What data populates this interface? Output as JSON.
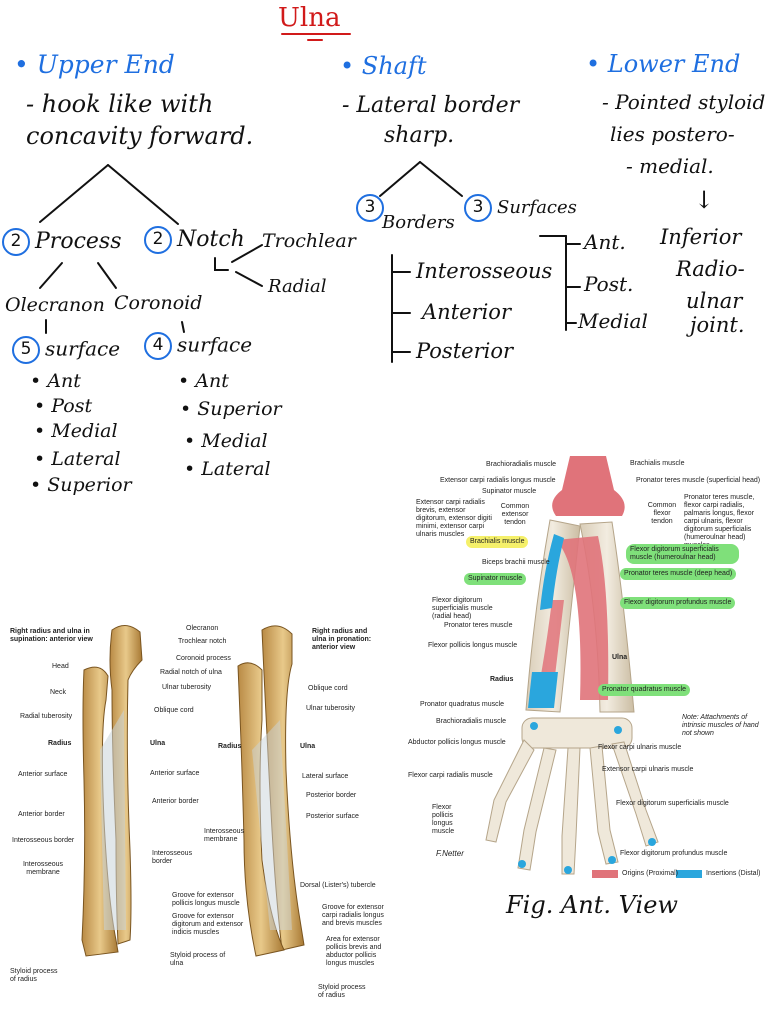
{
  "title": "Ulna",
  "colors": {
    "blue_ink": "#1f6fe0",
    "red_ink": "#d11a1a",
    "origin": "#e0737a",
    "insertion": "#2aa6dd",
    "green_tag": "#7fe07a",
    "yellow_tag": "#f5f06a"
  },
  "upper_end": {
    "heading": "• Upper End",
    "desc_line1": "- hook like with",
    "desc_line2": "concavity forward.",
    "process_num": "2",
    "process_label": "Process",
    "notch_num": "2",
    "notch_label": "Notch",
    "notch_trochlear": "Trochlear",
    "notch_radial": "Radial",
    "olecranon": "Olecranon",
    "coronoid": "Coronoid",
    "olecranon_num": "5",
    "olecranon_surface": "surface",
    "coronoid_num": "4",
    "coronoid_surface": "surface",
    "olecranon_surfaces": [
      "• Ant",
      "• Post",
      "• Medial",
      "• Lateral",
      "• Superior"
    ],
    "coronoid_surfaces": [
      "• Ant",
      "• Superior",
      "• Medial",
      "• Lateral"
    ]
  },
  "shaft": {
    "heading": "• Shaft",
    "desc_line1": "- Lateral border",
    "desc_line2": "sharp.",
    "borders_num": "3",
    "borders_label": "Borders",
    "surfaces_num": "3",
    "surfaces_label": "Surfaces",
    "borders": [
      "Interosseous",
      "Anterior",
      "Posterior"
    ],
    "surfaces": [
      "Ant.",
      "Post.",
      "Medial"
    ]
  },
  "lower_end": {
    "heading": "• Lower End",
    "desc_line1": "- Pointed styloid",
    "desc_line2": "lies postero-",
    "desc_line3": "- medial.",
    "arrow": "↓",
    "joint_line1": "Inferior",
    "joint_line2": "Radio-",
    "joint_line3": "ulnar",
    "joint_line4": "joint."
  },
  "bone_figure": {
    "title_left": "Right radius and ulna in supination: anterior view",
    "title_right": "Right radius and ulna in pronation: anterior view",
    "labels_left": [
      "Head",
      "Neck",
      "Radial tuberosity",
      "Radius",
      "Anterior surface",
      "Anterior border",
      "Interosseous border",
      "Interosseous membrane",
      "Styloid process of radius"
    ],
    "labels_center": [
      "Olecranon",
      "Trochlear notch",
      "Coronoid process",
      "Radial notch of ulna",
      "Ulnar tuberosity",
      "Oblique cord",
      "Ulna",
      "Anterior surface",
      "Anterior border",
      "Interosseous border",
      "Groove for extensor pollicis longus muscle",
      "Groove for extensor digitorum and extensor indicis muscles",
      "Styloid process of ulna"
    ],
    "labels_right": [
      "Oblique cord",
      "Ulnar tuberosity",
      "Radius",
      "Ulna",
      "Lateral surface",
      "Posterior border",
      "Posterior surface",
      "Interosseous membrane",
      "Dorsal (Lister's) tubercle",
      "Groove for extensor carpi radialis longus and brevis muscles",
      "Area for extensor pollicis brevis and abductor pollicis longus muscles",
      "Styloid process of radius"
    ]
  },
  "muscle_figure": {
    "labels_left": [
      "Brachioradialis muscle",
      "Extensor carpi radialis longus muscle",
      "Supinator muscle",
      "Extensor carpi radialis brevis, extensor digitorum, extensor digiti minimi, extensor carpi ulnaris muscles",
      "Common extensor tendon",
      "Biceps brachii muscle",
      "Flexor digitorum superficialis muscle (radial head)",
      "Pronator teres muscle",
      "Flexor pollicis longus muscle",
      "Radius",
      "Pronator quadratus muscle",
      "Brachioradialis muscle",
      "Abductor pollicis longus muscle",
      "Flexor carpi radialis muscle",
      "Flexor pollicis longus muscle"
    ],
    "labels_right": [
      "Brachialis muscle",
      "Pronator teres muscle (superficial head)",
      "Common flexor tendon",
      "Pronator teres muscle, flexor carpi radialis, palmaris longus, flexor carpi ulnaris, flexor digitorum superficialis (humeroulnar head) muscles",
      "Ulna",
      "Note: Attachments of intrinsic muscles of hand not shown",
      "Flexor carpi ulnaris muscle",
      "Extensor carpi ulnaris muscle",
      "Flexor digitorum superficialis muscle",
      "Flexor digitorum profundus muscle"
    ],
    "tag_yellow": "Brachialis muscle",
    "tag_supinator": "Supinator muscle",
    "tags_green": [
      "Flexor digitorum superficialis muscle (humeroulnar head)",
      "Pronator teres muscle (deep head)",
      "Flexor digitorum profundus muscle",
      "Pronator quadratus muscle"
    ],
    "legend_origins": "Origins (Proximal)",
    "legend_insertions": "Insertions (Distal)",
    "signature": "F.Netter"
  },
  "caption": "Fig. Ant. View"
}
